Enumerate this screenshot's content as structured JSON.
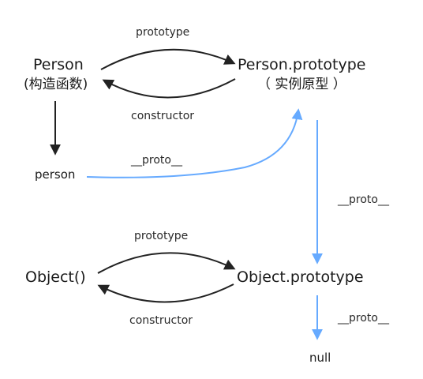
{
  "nodes": {
    "person_ctor": {
      "name": "Person",
      "sub": "(构造函数)"
    },
    "person_proto": {
      "name": "Person.prototype",
      "sub": "（ 实例原型 ）"
    },
    "person_instance": {
      "name": "person"
    },
    "object_ctor": {
      "name": "Object()"
    },
    "object_proto": {
      "name": "Object.prototype"
    },
    "null_node": {
      "name": "null"
    }
  },
  "edges": {
    "person_prototype": "prototype",
    "person_constructor": "constructor",
    "person_proto_link": "__proto__",
    "person_prototype_proto": "__proto__",
    "object_prototype": "prototype",
    "object_constructor": "constructor",
    "object_prototype_proto": "__proto__"
  },
  "colors": {
    "black_arrow": "#222222",
    "blue_arrow": "#66aaff",
    "text": "#1a1a1a"
  }
}
